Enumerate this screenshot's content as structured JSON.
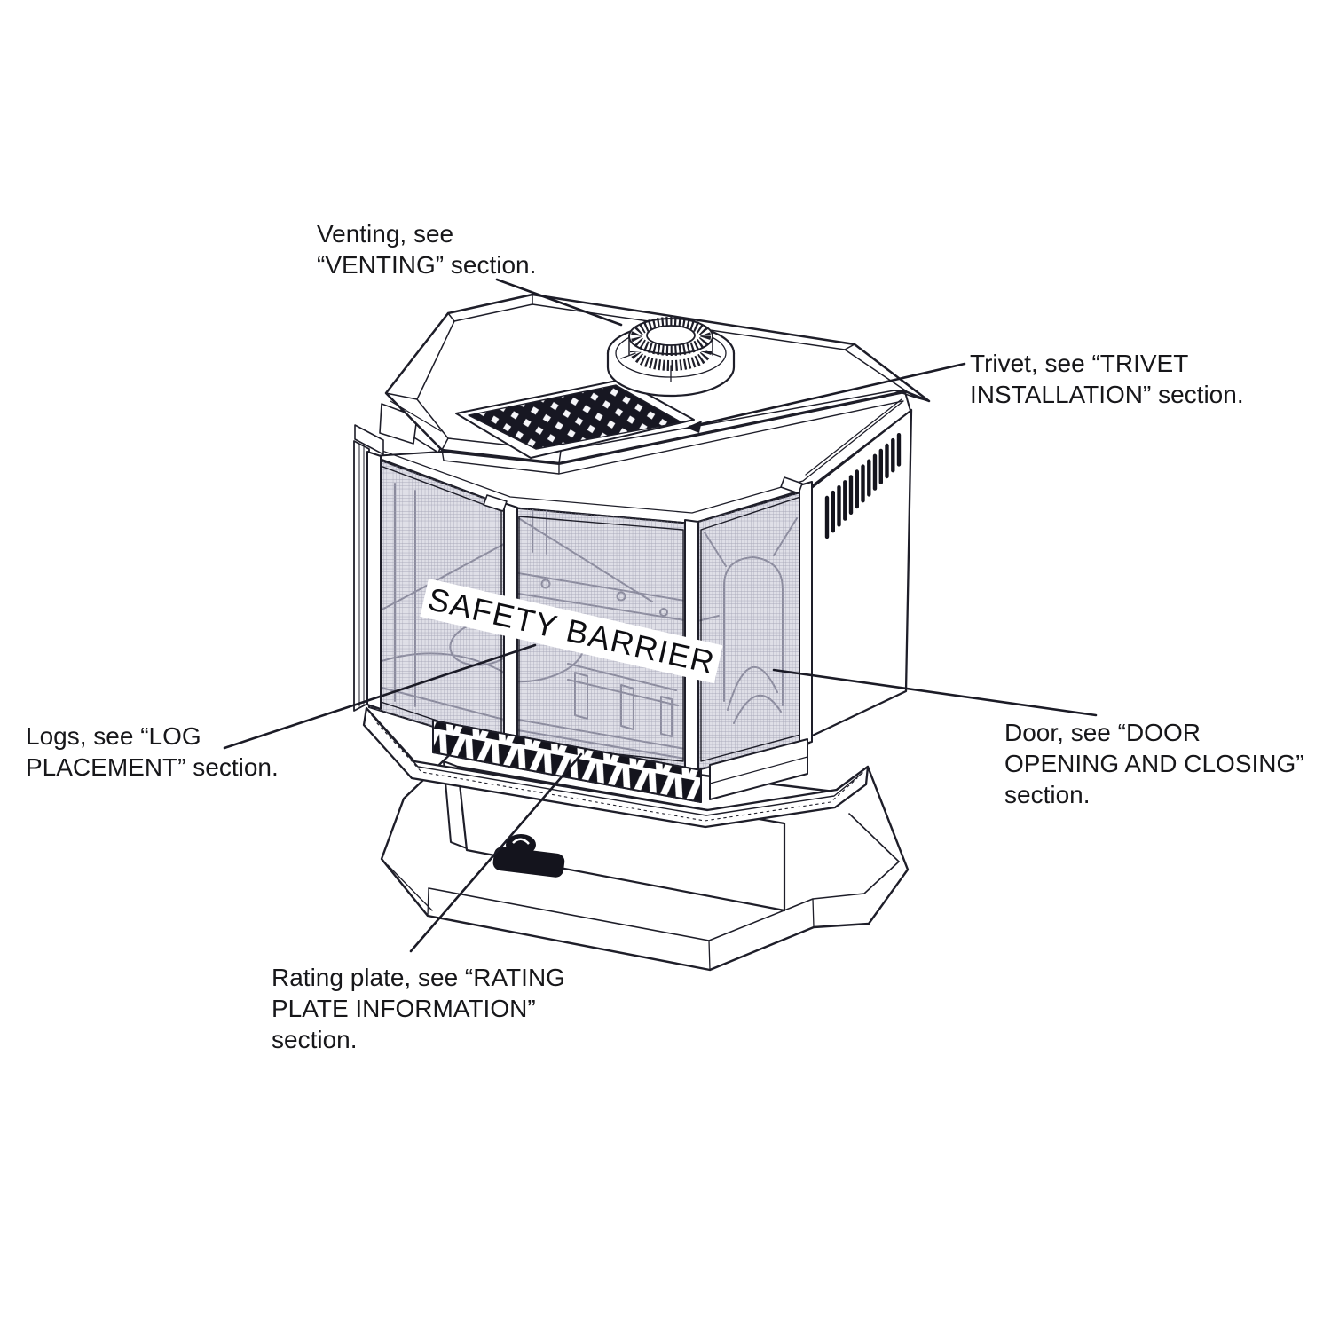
{
  "diagram_title": "Gas stove parts overview diagram",
  "colors": {
    "line": "#1e1e29",
    "dark_fill": "#14141d",
    "mesh_fill": "#dfdfe7",
    "label_text": "#17171a"
  },
  "labels": {
    "venting": {
      "line1": "Venting, see",
      "line2": "“VENTING” section."
    },
    "trivet": {
      "line1": "Trivet, see “TRIVET",
      "line2": "INSTALLATION” section."
    },
    "logs": {
      "line1": "Logs, see “LOG",
      "line2": "PLACEMENT” section."
    },
    "door": {
      "line1": "Door, see “DOOR",
      "line2": "OPENING AND CLOSING”",
      "line3": "section."
    },
    "rating_plate": {
      "line1": "Rating plate, see “RATING",
      "line2": "PLATE INFORMATION”",
      "line3": "section."
    },
    "safety_barrier": "SAFETY BARRIER"
  }
}
